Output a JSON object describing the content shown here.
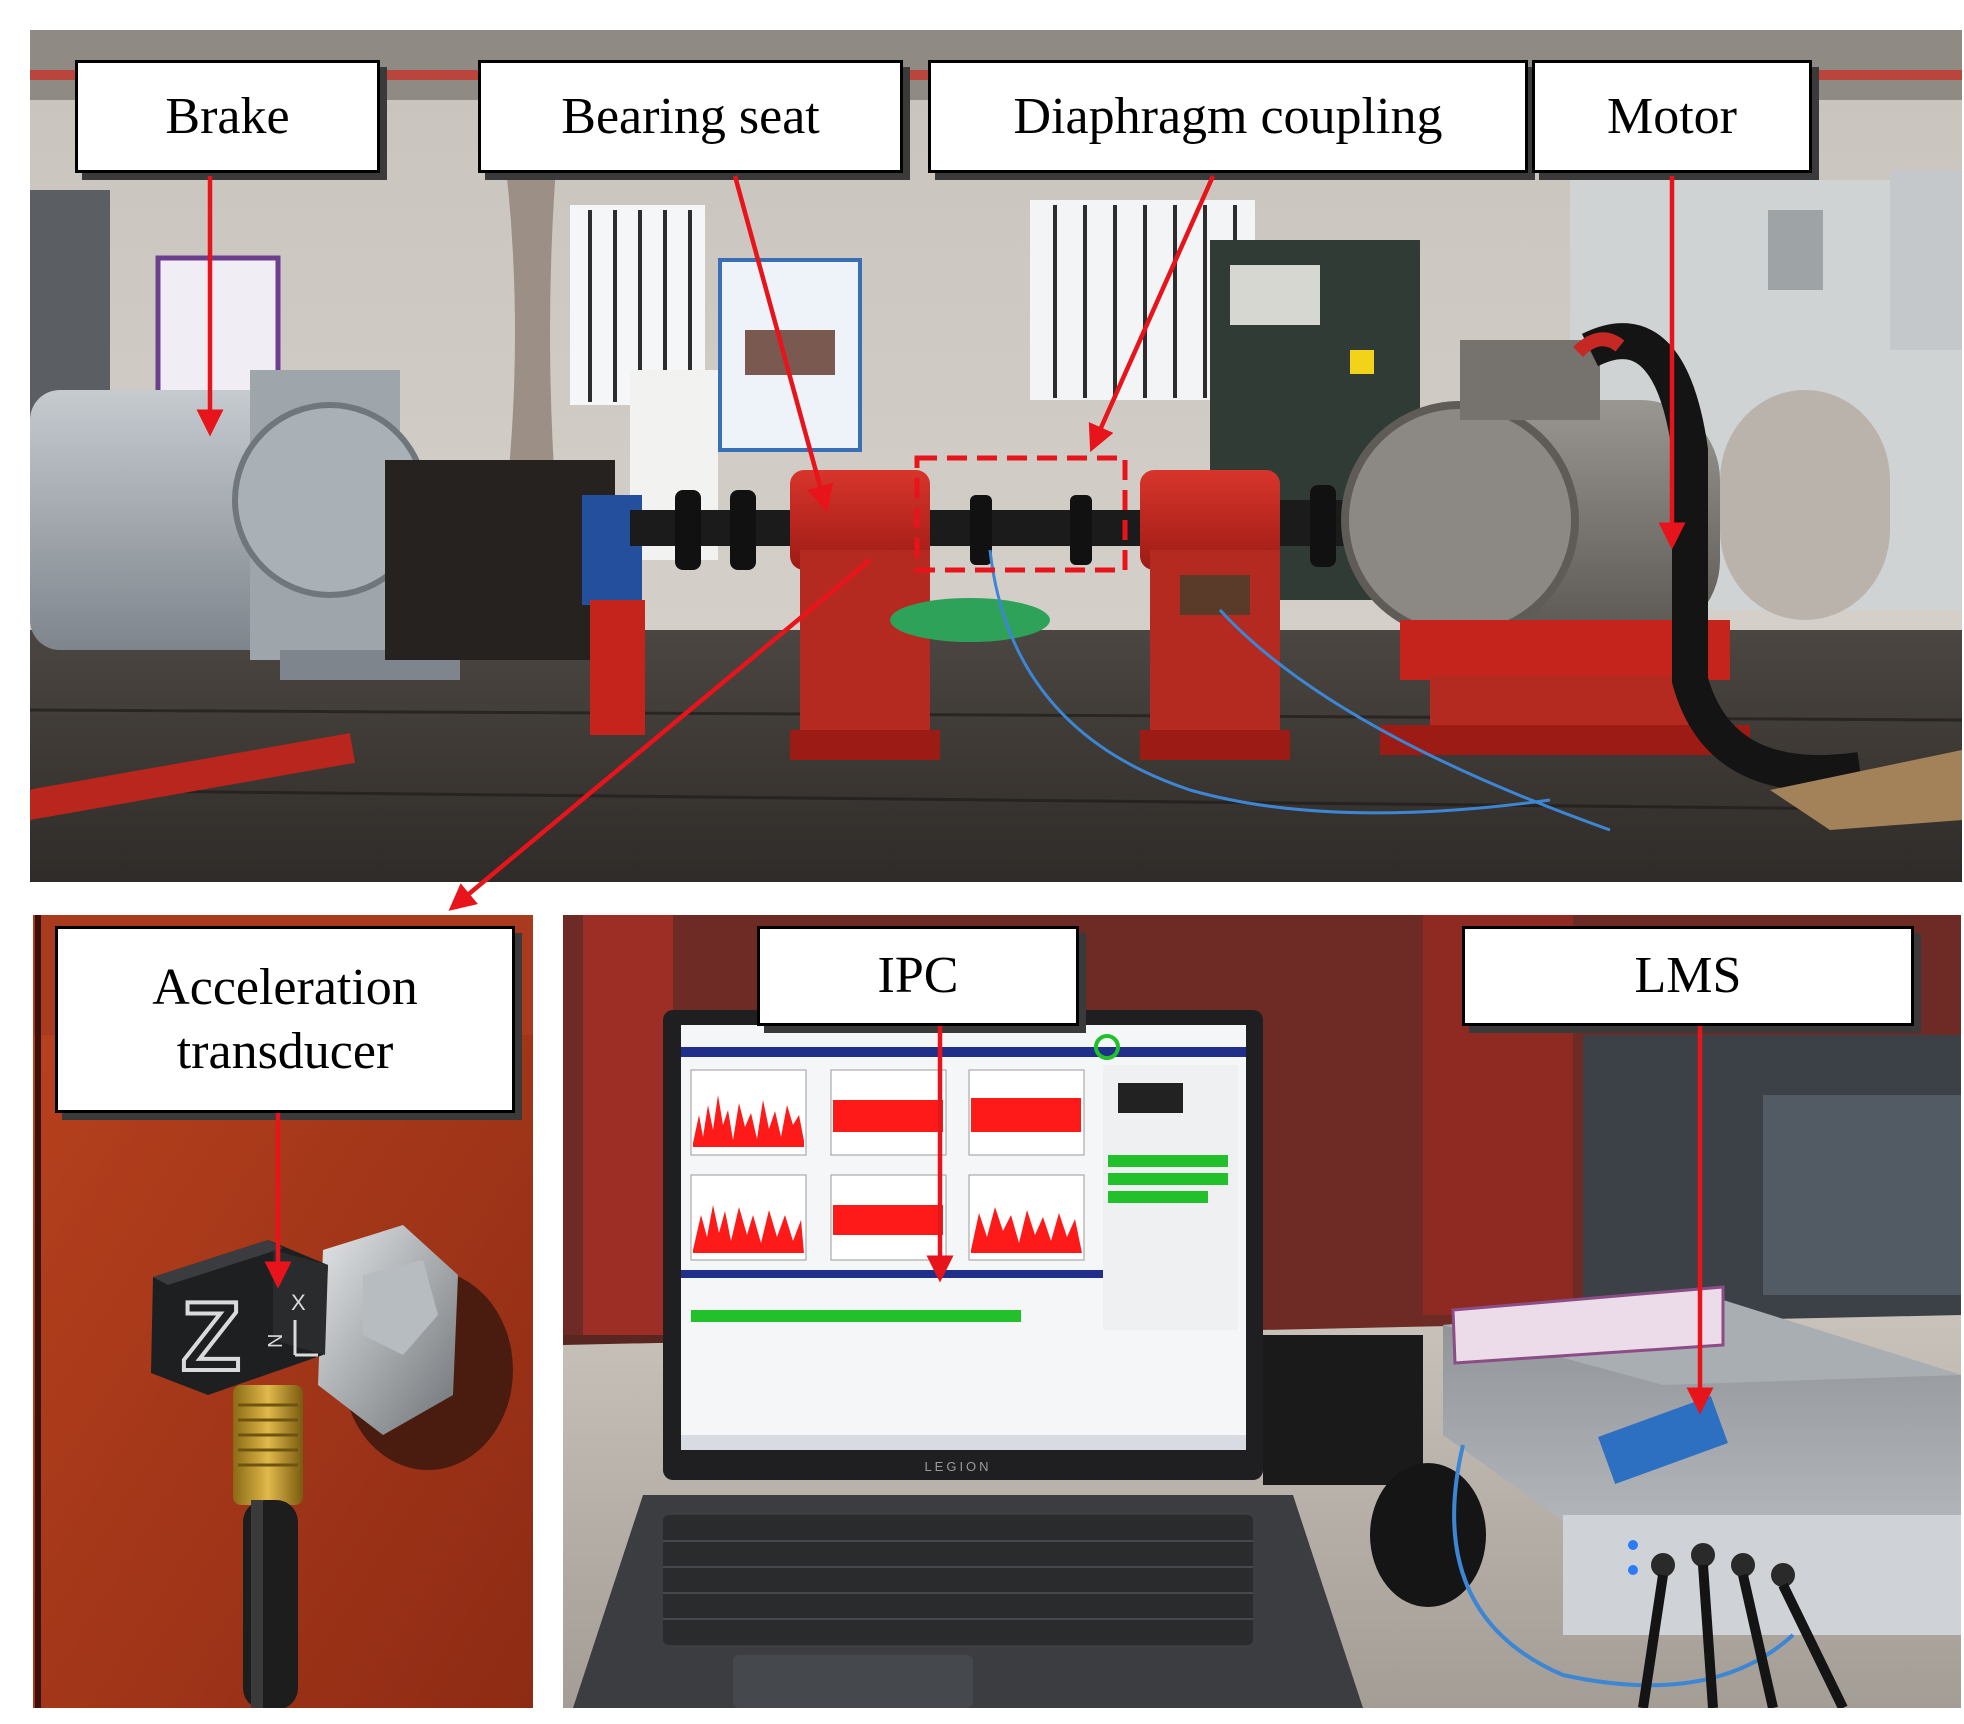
{
  "labels": {
    "brake": "Brake",
    "bearing_seat": "Bearing seat",
    "diaphragm_coupling": "Diaphragm coupling",
    "motor": "Motor",
    "acceleration_transducer_line1": "Acceleration",
    "acceleration_transducer_line2": "transducer",
    "ipc": "IPC",
    "lms": "LMS"
  },
  "sensor_markings": {
    "axis_letter": "Z",
    "x_axis": "X",
    "n_axis": "N"
  },
  "laptop_brand": "LEGION",
  "colors": {
    "arrow": "#e8141b",
    "label_border": "#000000",
    "label_shadow": "#3a3a3a",
    "machine_red": "#c8261e",
    "signal_red": "#ff1a1a",
    "progress_green": "#22c02a"
  }
}
